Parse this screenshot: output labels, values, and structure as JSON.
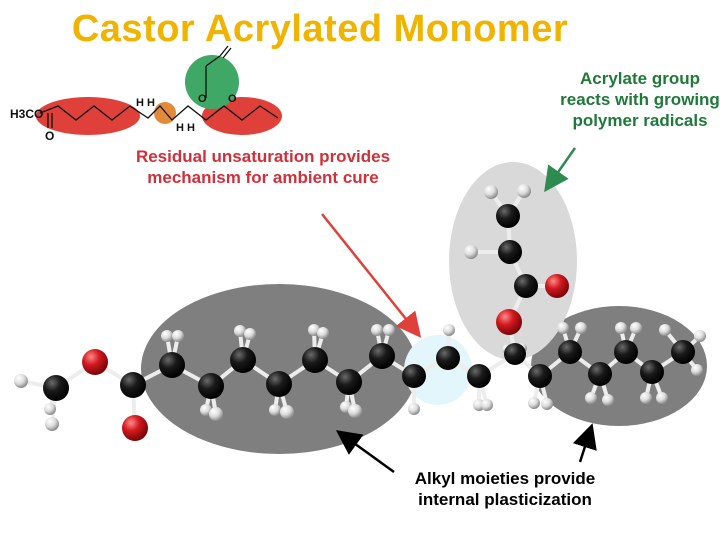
{
  "title": "Castor Acrylated Monomer",
  "annotations": {
    "residual_unsaturation": "Residual unsaturation provides mechanism for ambient cure",
    "acrylate_group": "Acrylate group reacts with growing polymer radicals",
    "alkyl_moieties": "Alkyl moieties provide internal plasticization"
  },
  "structure_labels": {
    "left_group": "H3CO",
    "left_carbonyl_o": "O",
    "cis_h_top": "H H",
    "cis_h_bottom": "H H",
    "ester_o": "O",
    "ester_carbonyl_o": "O"
  },
  "colors": {
    "title": "#f0b400",
    "residual_note": "#d0303a",
    "acrylate_note": "#1f7a3a",
    "alkyl_note": "#000000",
    "alkyl_region": "#7f7f7f",
    "acrylate_region": "#d9d9d9",
    "double_bond_region": "#e3f6fb",
    "carbon_atom": "#111111",
    "oxygen_atom": "#c0181d",
    "hydrogen_atom": "#e8e8e8",
    "sketch_red": "#e0403a",
    "sketch_green": "#3fa866",
    "sketch_orange": "#e08a3a"
  }
}
